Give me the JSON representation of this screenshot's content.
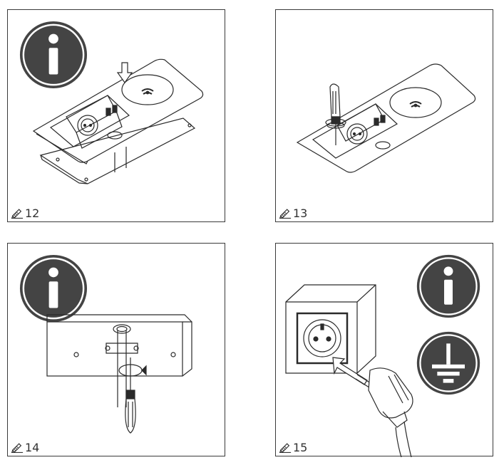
{
  "panels": [
    {
      "figure": "12",
      "icons": [
        "info-icon"
      ]
    },
    {
      "figure": "13",
      "icons": []
    },
    {
      "figure": "14",
      "icons": [
        "info-icon"
      ]
    },
    {
      "figure": "15",
      "icons": [
        "info-icon",
        "ground-icon"
      ]
    }
  ],
  "colors": {
    "line": "#2a2a2a",
    "badge": "#444444",
    "border": "#3a3a3a"
  }
}
